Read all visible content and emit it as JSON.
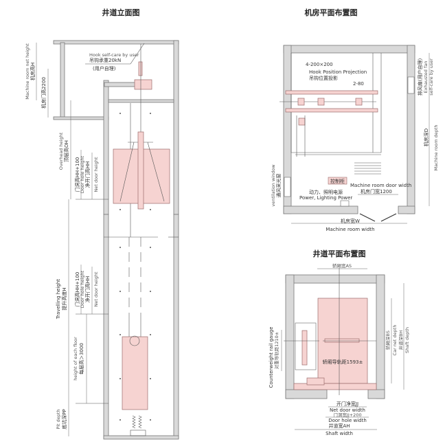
{
  "elevation": {
    "title": "井道立面图",
    "hook_en": "Hook self-care by user",
    "hook_cn": "吊钩承重20kN",
    "hook_user": "(用户自理)",
    "mr_height_en": "Machine room net height",
    "mr_height_cn": "机房高H",
    "mr_door_cn": "机房门高2200",
    "overhead_en": "Overhead height",
    "overhead_cn": "顶层高OH",
    "door_hole_cn": "门洞高HH+100",
    "door_hole_en": "Door hole height",
    "net_door_cn": "净开门高HH",
    "net_door_en": "Net door height",
    "travel_en": "Travelling height",
    "travel_cn": "提升高度H",
    "floor_en": "height of each floor",
    "floor_cn": "每层高＞3000",
    "pit_en": "Pit depth",
    "pit_cn": "底坑深PP"
  },
  "machine_room": {
    "title": "机房平面布置图",
    "holes": "4-200×200",
    "hook_proj_en": "Hook Position Projection",
    "hook_proj_cn": "吊钩位置投影",
    "holes2": "2-80",
    "fan_cn": "排风扇(用户自理)",
    "fan_en": "Exhausted fan",
    "fan_en2": "self-care by user",
    "depth_cn": "机房深D",
    "depth_en": "Machine room depth",
    "vent_en": "ventilation window",
    "vent_cn": "通风采光窗",
    "control_cabinet": "控制柜",
    "door_width_en": "Machine room door width",
    "door_width_cn": "机房门宽1200",
    "power_cn": "动力、照明电源",
    "power_en": "Power, Lighting Power",
    "width_cn": "机房宽W",
    "width_en": "Machine room width"
  },
  "shaft_plan": {
    "title": "井道平面布置图",
    "car_width": "轿厢宽AS",
    "car_depth_cn": "轿厢深BS",
    "car_depth_en": "Car net depth",
    "shaft_depth_cn": "井道深BH",
    "shaft_depth_en": "Shaft depth",
    "cw_en": "Counterweight rail gauge",
    "cw_cn": "对重导轨距1210±",
    "car_rail": "轿厢导轨距1593±",
    "net_door_cn": "开门净宽JJ",
    "net_door_en": "Net door width",
    "door_hole_cn": "门洞宽JJ+200",
    "door_hole_en": "Door hole width",
    "shaft_width_cn": "井道宽AH",
    "shaft_width_en": "Shaft width"
  }
}
